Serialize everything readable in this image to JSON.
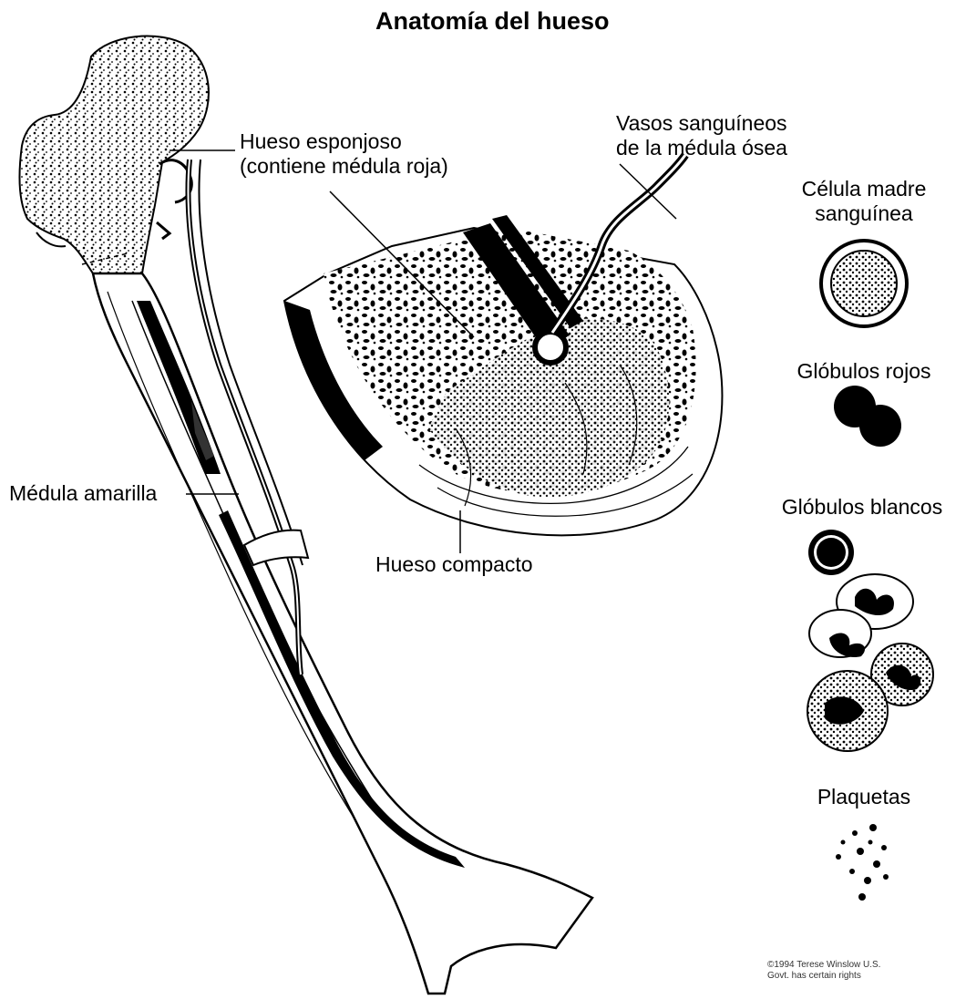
{
  "title": "Anatomía del hueso",
  "labels": {
    "spongy_line1": "Hueso esponjoso",
    "spongy_line2": "(contiene médula roja)",
    "vessels_line1": "Vasos sanguíneos",
    "vessels_line2": "de la médula ósea",
    "yellow_marrow": "Médula amarilla",
    "compact_bone": "Hueso compacto"
  },
  "cells": {
    "stem_cell_line1": "Célula madre",
    "stem_cell_line2": "sanguínea",
    "red_cells": "Glóbulos rojos",
    "white_cells": "Glóbulos blancos",
    "platelets": "Plaquetas"
  },
  "credit_line1": "©1994 Terese Winslow U.S.",
  "credit_line2": "Govt. has certain rights"
}
